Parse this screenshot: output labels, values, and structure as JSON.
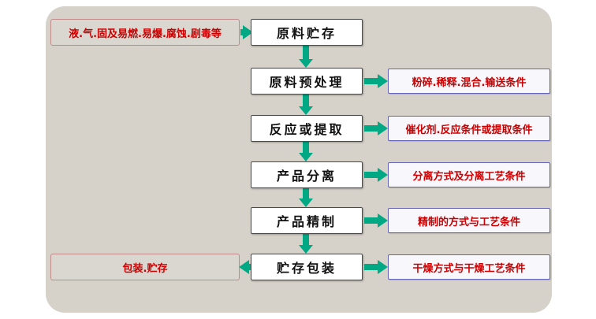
{
  "colors": {
    "arrow": "#00a884",
    "note_text": "#cc0000",
    "right_note_border": "#6363b8",
    "left_note_border": "#c08a8a",
    "canvas_bg": "#d6d2ca",
    "step_bg": "#ffffff"
  },
  "flowchart": {
    "steps": [
      {
        "label": "原料贮存"
      },
      {
        "label": "原料预处理"
      },
      {
        "label": "反应或提取"
      },
      {
        "label": "产品分离"
      },
      {
        "label": "产品精制"
      },
      {
        "label": "贮存包装"
      }
    ],
    "left_notes": [
      {
        "label": "液.气.固及易燃.易爆.腐蚀.剧毒等"
      },
      {
        "label": "包装.贮存"
      }
    ],
    "right_notes": [
      {
        "label": "粉碎.稀释.混合.输送条件"
      },
      {
        "label": "催化剂.反应条件或提取条件"
      },
      {
        "label": "分离方式及分离工艺条件"
      },
      {
        "label": "精制的方式与工艺条件"
      },
      {
        "label": "干燥方式与干燥工艺条件"
      }
    ]
  }
}
